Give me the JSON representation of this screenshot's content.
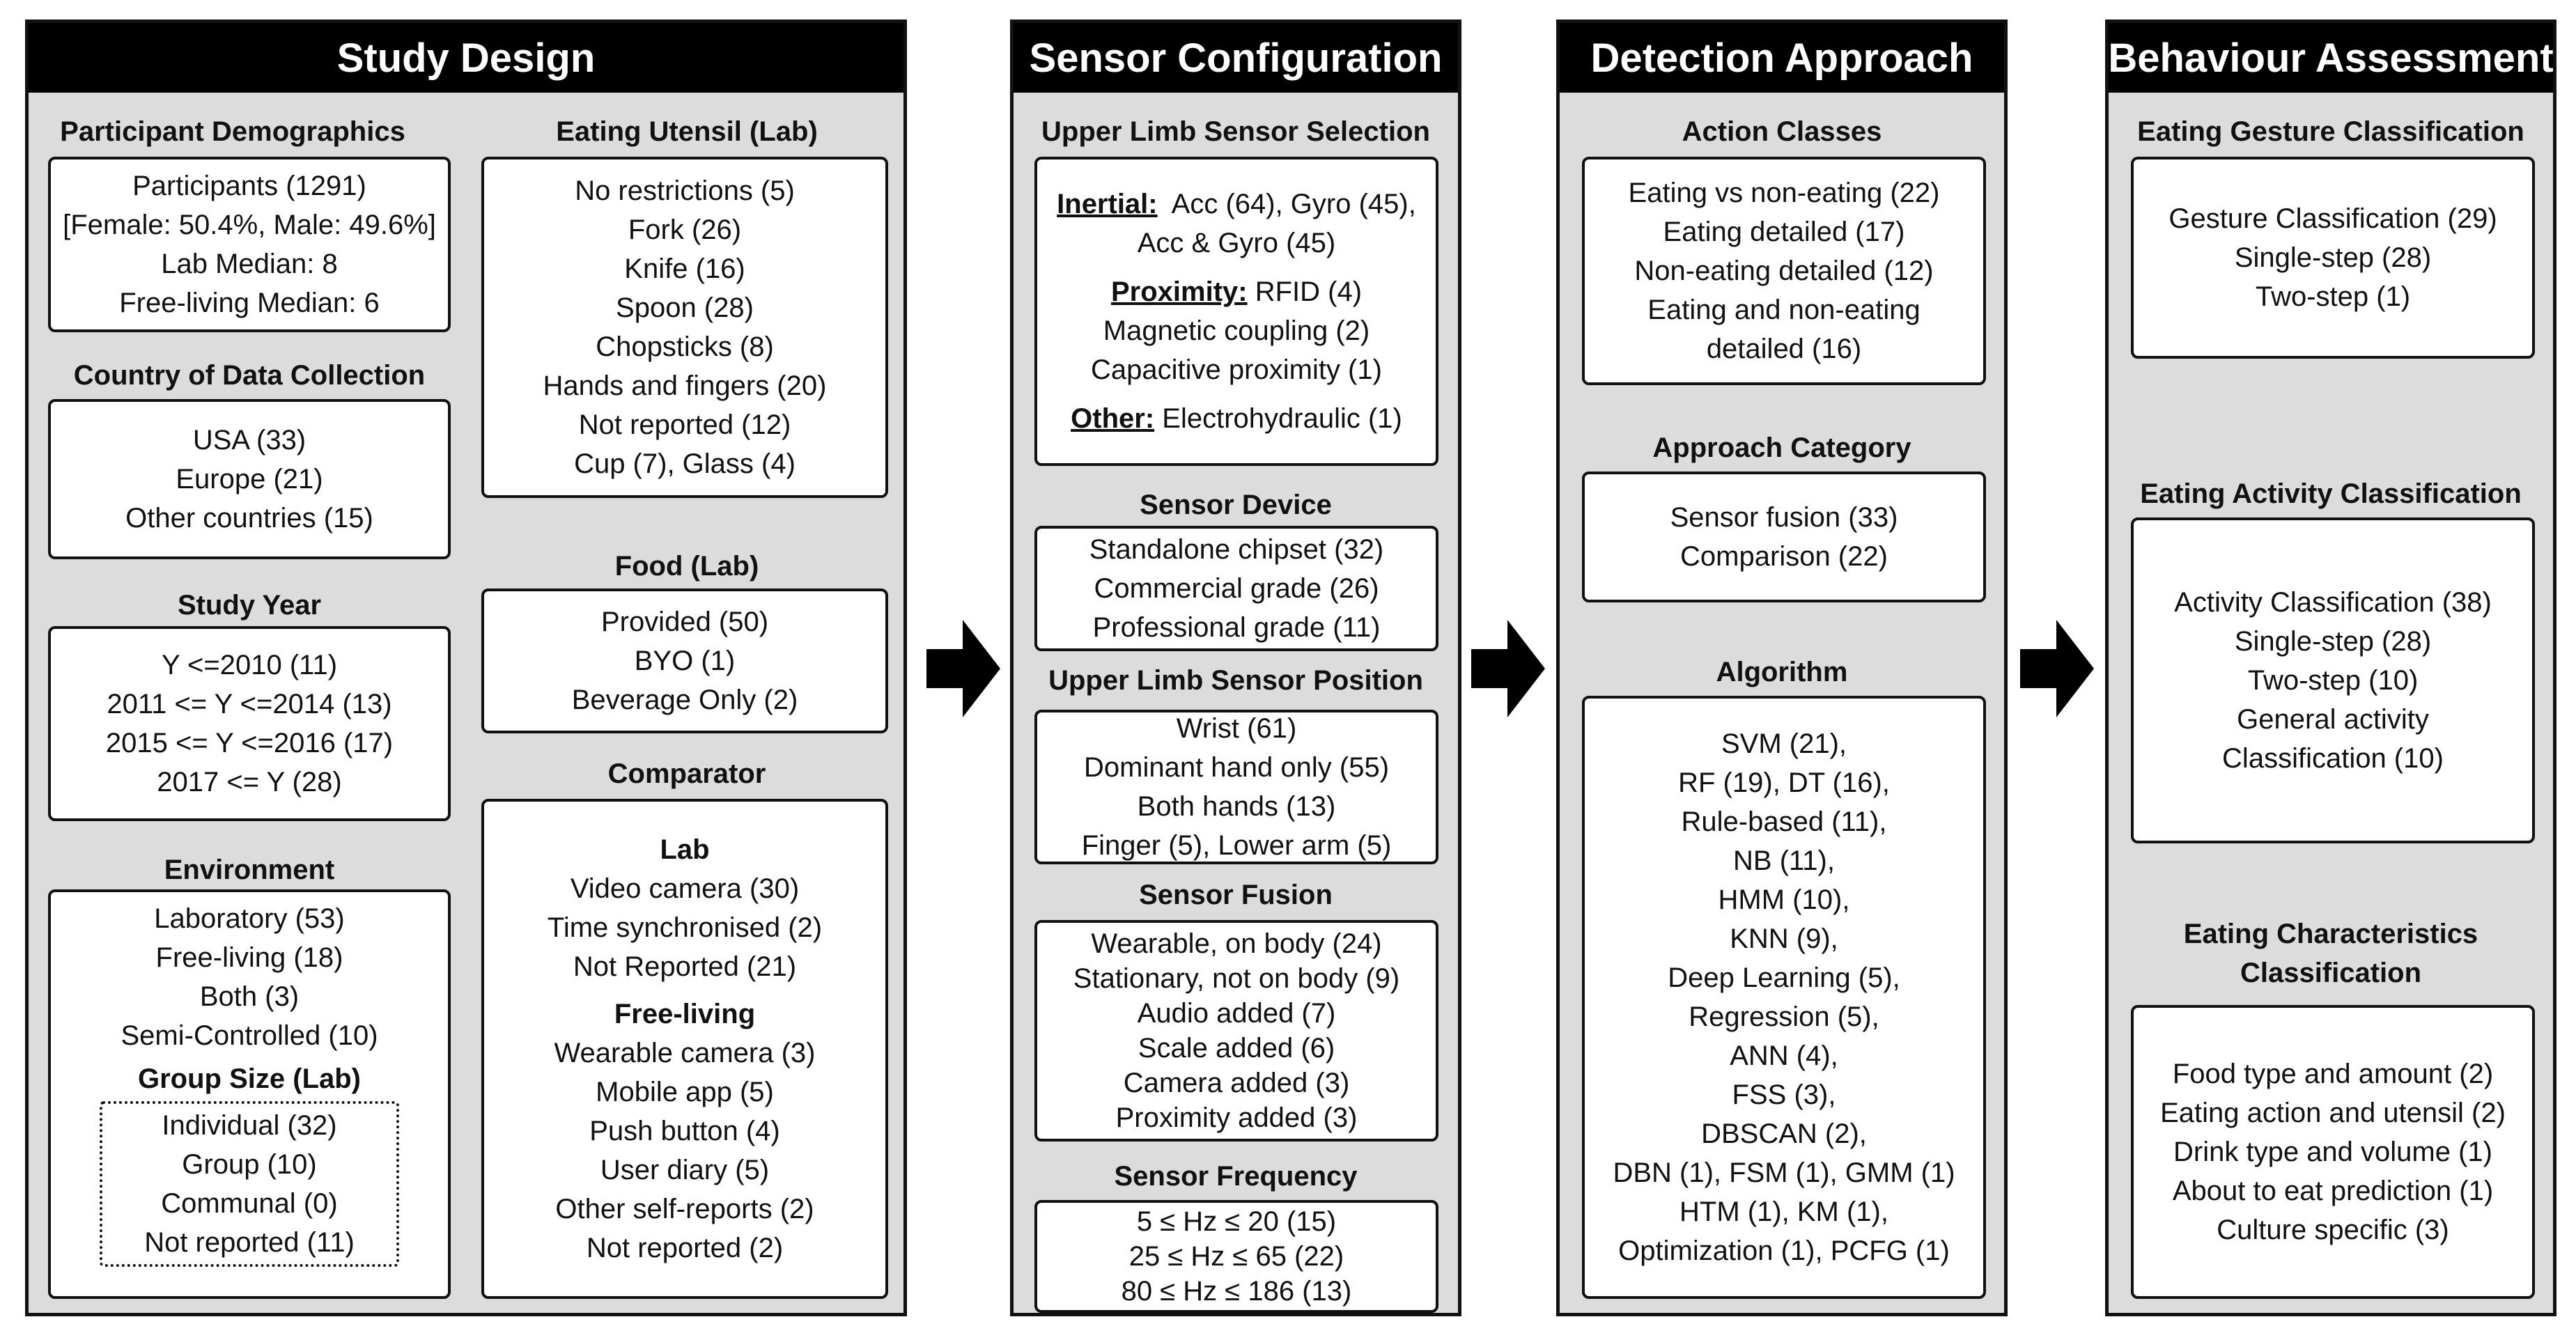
{
  "study_design": {
    "title": "Study Design",
    "participant_demographics": {
      "title": "Participant Demographics",
      "lines": [
        "Participants (1291)",
        "[Female: 50.4%, Male: 49.6%]",
        "Lab Median: 8",
        "Free-living Median: 6"
      ]
    },
    "country": {
      "title": "Country of Data Collection",
      "lines": [
        "USA (33)",
        "Europe (21)",
        "Other countries (15)"
      ]
    },
    "study_year": {
      "title": "Study Year",
      "lines": [
        "Y <=2010 (11)",
        "2011 <= Y <=2014 (13)",
        "2015 <= Y <=2016 (17)",
        "2017 <= Y (28)"
      ]
    },
    "environment": {
      "title": "Environment",
      "lines": [
        "Laboratory (53)",
        "Free-living (18)",
        "Both (3)",
        "Semi-Controlled (10)"
      ],
      "group_size": {
        "title": "Group Size (Lab)",
        "lines": [
          "Individual (32)",
          "Group (10)",
          "Communal (0)",
          "Not reported (11)"
        ]
      }
    },
    "eating_utensil": {
      "title": "Eating Utensil (Lab)",
      "lines": [
        "No restrictions (5)",
        "Fork (26)",
        "Knife (16)",
        "Spoon (28)",
        "Chopsticks (8)",
        "Hands and fingers (20)",
        "Not reported (12)",
        "Cup (7), Glass (4)"
      ]
    },
    "food": {
      "title": "Food (Lab)",
      "lines": [
        "Provided (50)",
        "BYO (1)",
        "Beverage Only (2)"
      ]
    },
    "comparator": {
      "title": "Comparator",
      "lab_title": "Lab",
      "lab_lines": [
        "Video camera (30)",
        "Time synchronised (2)",
        "Not Reported (21)"
      ],
      "free_title": "Free-living",
      "free_lines": [
        "Wearable camera (3)",
        "Mobile app (5)",
        "Push button (4)",
        "User diary (5)",
        "Other self-reports (2)",
        "Not reported (2)"
      ]
    }
  },
  "sensor_configuration": {
    "title": "Sensor Configuration",
    "upper_limb_selection": {
      "title": "Upper Limb Sensor Selection",
      "inertial_label": "Inertial:",
      "inertial_text_1": "Acc (64), Gyro (45),",
      "inertial_text_2": "Acc & Gyro (45)",
      "proximity_label": "Proximity:",
      "proximity_text_1": "RFID (4)",
      "proximity_text_2": "Magnetic coupling (2)",
      "proximity_text_3": "Capacitive proximity (1)",
      "other_label": "Other:",
      "other_text": "Electrohydraulic (1)"
    },
    "sensor_device": {
      "title": "Sensor Device",
      "lines": [
        "Standalone chipset (32)",
        "Commercial grade (26)",
        "Professional grade (11)"
      ]
    },
    "sensor_position": {
      "title": "Upper Limb Sensor Position",
      "lines": [
        "Wrist (61)",
        "Dominant hand only (55)",
        "Both hands (13)",
        "Finger (5), Lower arm (5)"
      ]
    },
    "sensor_fusion": {
      "title": "Sensor Fusion",
      "lines": [
        "Wearable, on body (24)",
        "Stationary, not on body (9)",
        "Audio added (7)",
        "Scale added (6)",
        "Camera added (3)",
        "Proximity added (3)"
      ]
    },
    "sensor_frequency": {
      "title": "Sensor Frequency",
      "lines": [
        "5 ≤ Hz ≤ 20 (15)",
        "25 ≤ Hz ≤ 65 (22)",
        "80 ≤ Hz ≤ 186 (13)"
      ]
    }
  },
  "detection_approach": {
    "title": "Detection Approach",
    "action_classes": {
      "title": "Action Classes",
      "lines": [
        "Eating vs non-eating (22)",
        "Eating detailed (17)",
        "Non-eating detailed (12)",
        "Eating and non-eating",
        "detailed (16)"
      ]
    },
    "approach_category": {
      "title": "Approach Category",
      "lines": [
        "Sensor fusion (33)",
        "Comparison (22)"
      ]
    },
    "algorithm": {
      "title": "Algorithm",
      "lines": [
        "SVM (21),",
        "RF (19), DT (16),",
        "Rule-based (11),",
        "NB (11),",
        "HMM (10),",
        "KNN (9),",
        "Deep Learning (5),",
        "Regression (5),",
        "ANN (4),",
        "FSS (3),",
        "DBSCAN (2),",
        "DBN (1), FSM (1), GMM (1)",
        "HTM (1), KM (1),",
        "Optimization (1), PCFG (1)"
      ]
    }
  },
  "behaviour_assessment": {
    "title": "Behaviour Assessment",
    "gesture": {
      "title": "Eating Gesture Classification",
      "lines": [
        "Gesture Classification (29)",
        "Single-step (28)",
        "Two-step (1)"
      ]
    },
    "activity": {
      "title": "Eating Activity Classification",
      "lines": [
        "Activity Classification (38)",
        "Single-step (28)",
        "Two-step (10)",
        "General activity",
        "Classification (10)"
      ]
    },
    "characteristics": {
      "title_1": "Eating Characteristics",
      "title_2": "Classification",
      "lines": [
        "Food type and amount (2)",
        "Eating action and utensil (2)",
        "Drink type and volume (1)",
        "About to eat prediction (1)",
        "Culture specific (3)"
      ]
    }
  },
  "icons": {
    "flow_arrow": "right-arrow-icon"
  }
}
